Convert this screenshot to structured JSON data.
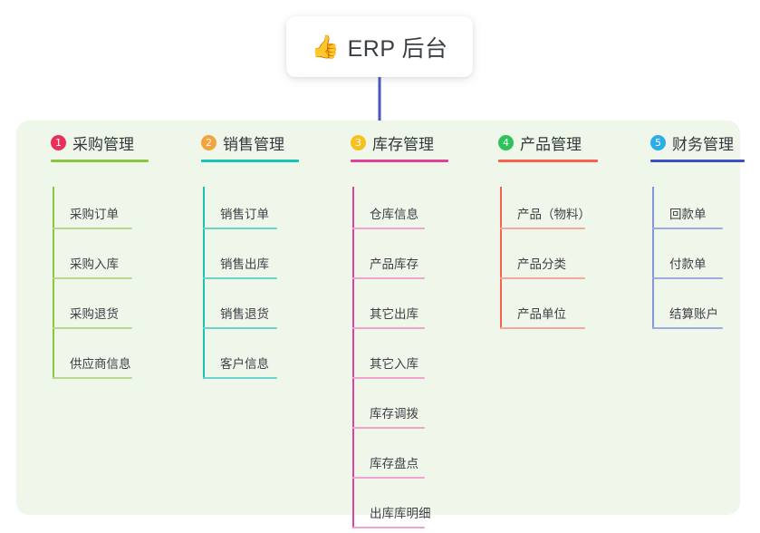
{
  "diagram": {
    "type": "mind-map",
    "root": {
      "icon": "thumbs-up-emoji",
      "emoji": "👍",
      "title": "ERP 后台"
    },
    "panel_color": "#eef7e9",
    "branches": [
      {
        "index": "1",
        "label": "采购管理",
        "badge_color": "#e8305a",
        "rule_color": "#8cc63f",
        "leaf_color": "#b5d98f",
        "spine_color": "#8cc63f",
        "connector_color": "#7db93b",
        "leaves": [
          {
            "label": "采购订单"
          },
          {
            "label": "采购入库"
          },
          {
            "label": "采购退货"
          },
          {
            "label": "供应商信息"
          }
        ]
      },
      {
        "index": "2",
        "label": "销售管理",
        "badge_color": "#f5a33c",
        "rule_color": "#17c3b2",
        "leaf_color": "#6ed3cb",
        "spine_color": "#17c3b2",
        "connector_color": "#05bfa8",
        "leaves": [
          {
            "label": "销售订单"
          },
          {
            "label": "销售出库"
          },
          {
            "label": "销售退货"
          },
          {
            "label": "客户信息"
          }
        ]
      },
      {
        "index": "3",
        "label": "库存管理",
        "badge_color": "#f8c01f",
        "rule_color": "#e0429a",
        "leaf_color": "#efa3ce",
        "spine_color": "#e0429a",
        "connector_color": "#e8308e",
        "leaves": [
          {
            "label": "仓库信息"
          },
          {
            "label": "产品库存"
          },
          {
            "label": "其它出库"
          },
          {
            "label": "其它入库"
          },
          {
            "label": "库存调拨"
          },
          {
            "label": "库存盘点"
          },
          {
            "label": "出库库明细"
          }
        ]
      },
      {
        "index": "4",
        "label": "产品管理",
        "badge_color": "#2ec35a",
        "rule_color": "#fa5f50",
        "leaf_color": "#f7a79c",
        "spine_color": "#fa5f50",
        "connector_color": "#f4584f",
        "leaves": [
          {
            "label": "产品（物料）"
          },
          {
            "label": "产品分类"
          },
          {
            "label": "产品单位"
          }
        ]
      },
      {
        "index": "5",
        "label": "财务管理",
        "badge_color": "#2badea",
        "rule_color": "#3f4fbf",
        "leaf_color": "#9badde",
        "spine_color": "#8496d6",
        "connector_color": "#4a55c4",
        "leaves": [
          {
            "label": "回款单"
          },
          {
            "label": "付款单"
          },
          {
            "label": "结算账户"
          }
        ]
      }
    ]
  }
}
